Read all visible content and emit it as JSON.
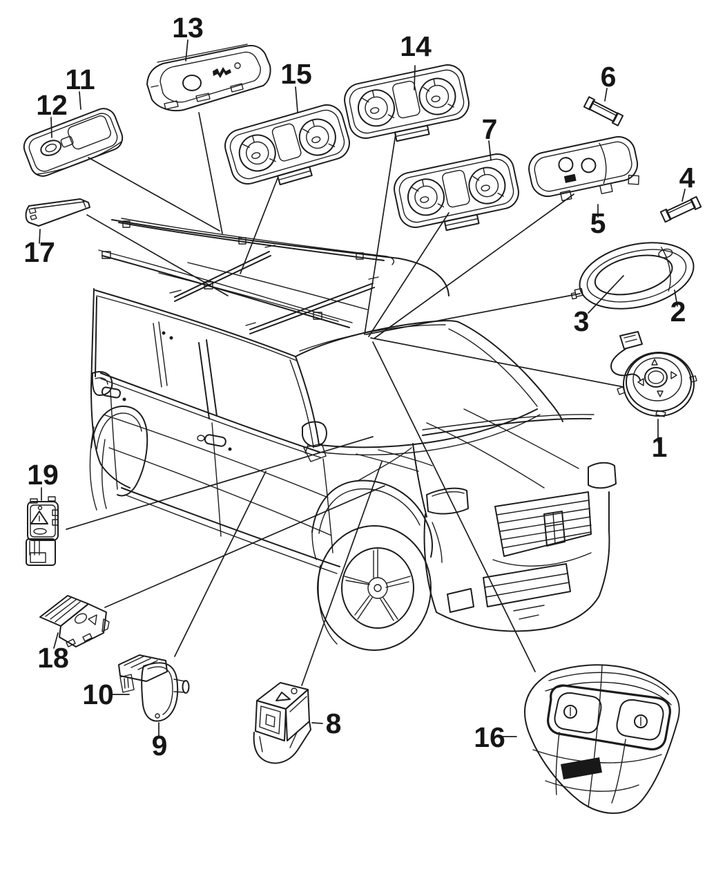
{
  "figure": {
    "type": "exploded-parts-diagram",
    "background_color": "#ffffff",
    "ink_color": "#1c1c1c",
    "accent_fill_color": "#181818"
  },
  "callouts": [
    {
      "id": 1,
      "label": "1"
    },
    {
      "id": 2,
      "label": "2"
    },
    {
      "id": 3,
      "label": "3"
    },
    {
      "id": 4,
      "label": "4"
    },
    {
      "id": 5,
      "label": "5"
    },
    {
      "id": 6,
      "label": "6"
    },
    {
      "id": 7,
      "label": "7"
    },
    {
      "id": 8,
      "label": "8"
    },
    {
      "id": 9,
      "label": "9"
    },
    {
      "id": 10,
      "label": "10"
    },
    {
      "id": 11,
      "label": "11"
    },
    {
      "id": 12,
      "label": "12"
    },
    {
      "id": 13,
      "label": "13"
    },
    {
      "id": 14,
      "label": "14"
    },
    {
      "id": 15,
      "label": "15"
    },
    {
      "id": 16,
      "label": "16"
    },
    {
      "id": 17,
      "label": "17"
    },
    {
      "id": 18,
      "label": "18"
    },
    {
      "id": 19,
      "label": "19"
    }
  ]
}
